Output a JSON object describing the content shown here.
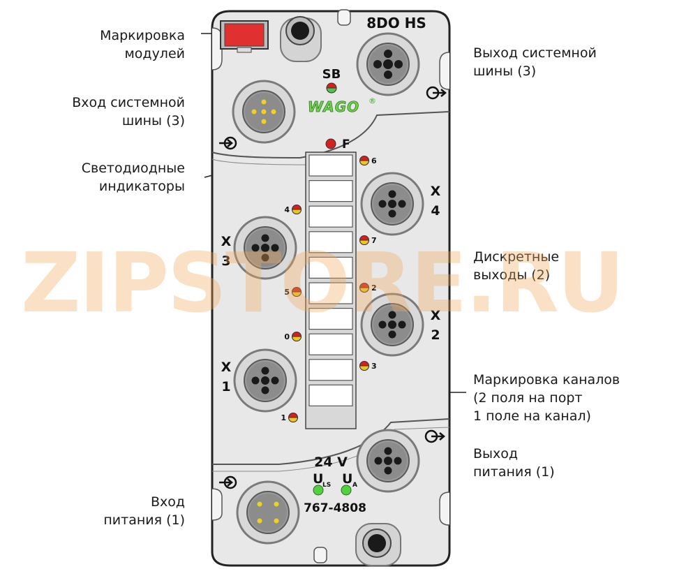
{
  "device": {
    "model": "8DO HS",
    "part_number": "767-4808",
    "brand": "WAGO",
    "brand_mark": "®",
    "voltage": "24 V",
    "led_sb": "SB",
    "led_f": "F",
    "led_uls": "U",
    "led_uls_sub": "LS",
    "led_ua": "U",
    "led_ua_sub": "A",
    "ports": [
      {
        "id": "X",
        "num": "4"
      },
      {
        "id": "X",
        "num": "3"
      },
      {
        "id": "X",
        "num": "2"
      },
      {
        "id": "X",
        "num": "1"
      }
    ],
    "channel_leds": [
      "6",
      "4",
      "7",
      "5",
      "2",
      "0",
      "3",
      "1"
    ]
  },
  "labels": {
    "marking_modules": [
      "Маркировка",
      "модулей"
    ],
    "bus_in": [
      "Вход системной",
      "шины (3)"
    ],
    "leds": [
      "Светодиодные",
      "индикаторы"
    ],
    "bus_out": [
      "Выход системной",
      "шины (3)"
    ],
    "outputs": [
      "Дискретные",
      "выходы (2)"
    ],
    "channel_marking": [
      "Маркировка каналов",
      "(2 поля на порт",
      "1 поле на канал)"
    ],
    "power_out": [
      "Выход",
      "питания (1)"
    ],
    "power_in": [
      "Вход",
      "питания (1)"
    ]
  },
  "watermark": "ZIPSTORE.RU"
}
